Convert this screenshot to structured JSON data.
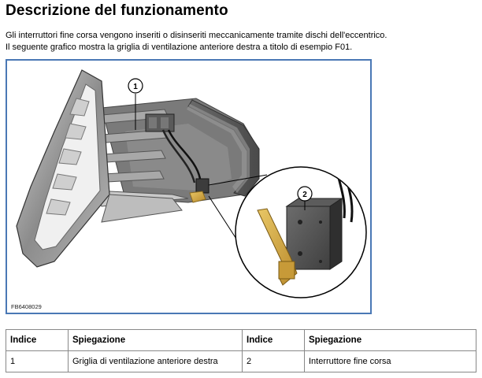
{
  "title": "Descrizione del funzionamento",
  "paragraphs": [
    "Gli interruttori fine corsa vengono inseriti o disinseriti meccanicamente tramite dischi dell'eccentrico.",
    "Il seguente grafico mostra la griglia di ventilazione anteriore destra a titolo di esempio F01."
  ],
  "figure": {
    "code": "FB6408029",
    "callouts": [
      "1",
      "2"
    ]
  },
  "table": {
    "headers": [
      "Indice",
      "Spiegazione",
      "Indice",
      "Spiegazione"
    ],
    "rows": [
      [
        "1",
        "Griglia di ventilazione anteriore destra",
        "2",
        "Interruttore fine corsa"
      ]
    ]
  }
}
